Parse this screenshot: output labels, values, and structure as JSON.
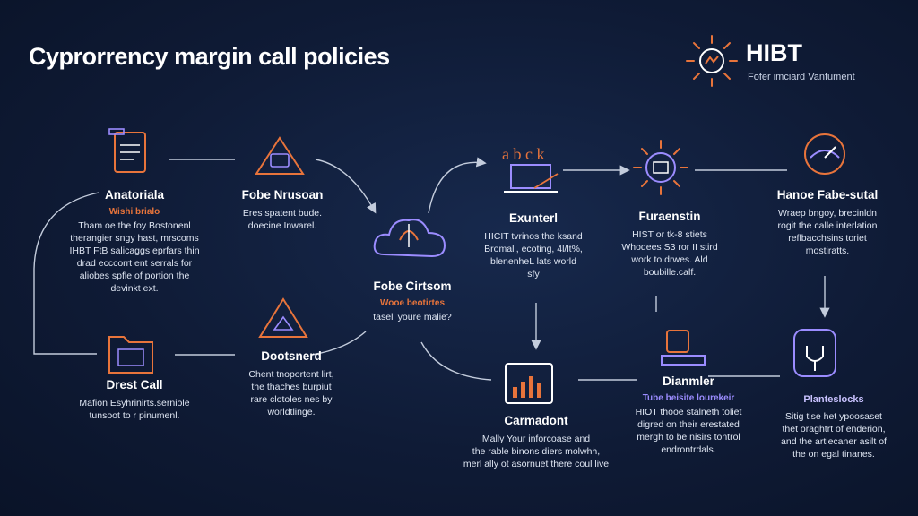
{
  "title": "Cyprorrency margin call policies",
  "brand": {
    "name": "HIBT",
    "tagline": "Fofer imciard Vanfument"
  },
  "colors": {
    "background": "#0f1b36",
    "accent_orange": "#e8743b",
    "accent_purple": "#9b8cff",
    "connector": "#c3ccdc"
  },
  "nodes": [
    {
      "id": "anatoriala",
      "icon": "clipboard-icon",
      "title": "Anatoriala",
      "subtitle": "Wishi brialo",
      "subtitle_color": "#e8743b",
      "body": [
        "Tham oe the foy Bostonenl",
        "therangier sngy hast, mrscoms",
        "IHBT FtB salicaggs eprfars thin",
        "drad ecccorrt ent serrals for",
        "aliobes spfle of portion the",
        "devinkt ext."
      ]
    },
    {
      "id": "fobe-nrusoan",
      "icon": "warning-triangle-icon",
      "title": "Fobe Nrusoan",
      "subtitle": "",
      "subtitle_color": "",
      "body": [
        "Eres spatent bude.",
        "doecine Inwarel."
      ]
    },
    {
      "id": "fobe-cirtsom",
      "icon": "cloud-icon",
      "title": "Fobe Cirtsom",
      "subtitle": "Wooe beotirtes",
      "subtitle_color": "#e8743b",
      "body": [
        "tasell youre malie?"
      ]
    },
    {
      "id": "exunterl",
      "icon": "laptop-icon",
      "title": "Exunterl",
      "subtitle": "",
      "subtitle_color": "",
      "body": [
        "HICIT tvrinos the ksand",
        "Bromall, ecoting, 4l/lt%,",
        "blenenheL lats world",
        "sfy"
      ]
    },
    {
      "id": "furaenstin",
      "icon": "sun-icon",
      "title": "Furaenstin",
      "subtitle": "",
      "subtitle_color": "",
      "body": [
        "HIST or tk-8 stiets",
        "Whodees S3 ror II stird",
        "work to drwes. Ald",
        "boubille.calf."
      ]
    },
    {
      "id": "hanoe-fabe-sutal",
      "icon": "gauge-icon",
      "title": "Hanoe Fabe-sutal",
      "subtitle": "",
      "subtitle_color": "",
      "body": [
        "Wraep bngoy, brecinldn",
        "rogit the calle interlation",
        "reflbacchsins toriet",
        "mostiratts."
      ]
    },
    {
      "id": "drest-call",
      "icon": "folder-icon",
      "title": "Drest Call",
      "subtitle": "",
      "subtitle_color": "",
      "body": [
        "Mafion Esyhrinirts.serniole",
        "tunsoot to r pinumenl."
      ]
    },
    {
      "id": "dootsnerd",
      "icon": "alert-icon",
      "title": "Dootsnerd",
      "subtitle": "",
      "subtitle_color": "",
      "body": [
        "Chent tnoportent lirt,",
        "the thaches burpiut",
        "rare clotoles nes by",
        "worldtlinge."
      ]
    },
    {
      "id": "carmadont",
      "icon": "chart-icon",
      "title": "Carmadont",
      "subtitle": "",
      "subtitle_color": "",
      "body": [
        "Mally Your inforcoase and",
        "the rable binons diers molwhh,",
        "merl ally ot asornuet there coul live"
      ]
    },
    {
      "id": "dianmler",
      "icon": "printer-icon",
      "title": "Dianmler",
      "subtitle": "Tube beisite lourekeir",
      "subtitle_color": "#9b8cff",
      "body": [
        "HIOT thooe stalneth toliet",
        "digred on their erestated",
        "mergh to be nisirs tontrol",
        "endrontrdals."
      ]
    },
    {
      "id": "planteslocks",
      "icon": "plug-icon",
      "title": "Planteslocks",
      "subtitle": "",
      "subtitle_color": "",
      "body": [
        "Sitig tlse het ypoosaset",
        "thet oraghtrt of enderion,",
        "and the artiecaner asilt of",
        "the on egal tinanes."
      ]
    }
  ]
}
